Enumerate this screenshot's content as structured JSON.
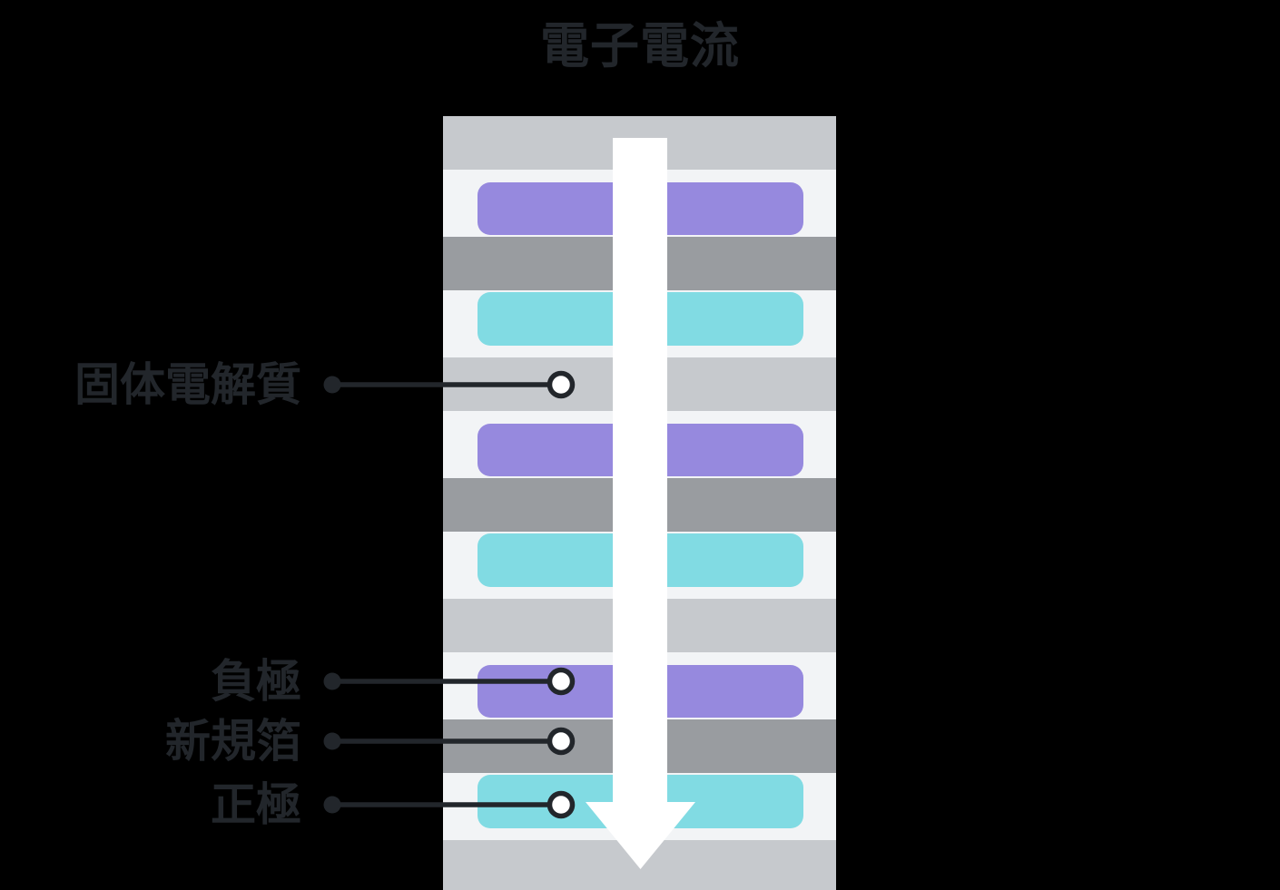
{
  "title": "電子電流",
  "arrow": {
    "name": "electron-current-arrow",
    "direction": "down",
    "color": "#FFFFFF"
  },
  "colors": {
    "background": "#000000",
    "stack_background": "#F2F4F6",
    "electrolyte_band": "#C6C9CD",
    "anode_band": "#9689DE",
    "foil_band": "#999CA0",
    "cathode_band": "#81DBE3",
    "label_text": "#22262B",
    "connector_line": "#22262B"
  },
  "stack": {
    "layers": [
      "electrolyte",
      "anode",
      "foil",
      "cathode",
      "electrolyte",
      "anode",
      "foil",
      "cathode",
      "electrolyte",
      "anode",
      "foil",
      "cathode",
      "electrolyte"
    ]
  },
  "callouts": [
    {
      "label": "固体電解質",
      "target": "electrolyte"
    },
    {
      "label": "負極",
      "target": "anode"
    },
    {
      "label": "新規箔",
      "target": "foil"
    },
    {
      "label": "正極",
      "target": "cathode"
    }
  ]
}
